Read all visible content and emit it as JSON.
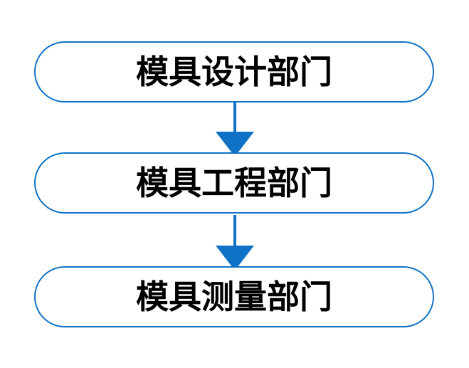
{
  "diagram": {
    "title_visible": false,
    "background_color": "#ffffff",
    "accent_color": "#1072c6",
    "text_color": "#000000",
    "type": "vertical-flowchart",
    "nodes": [
      {
        "id": "node-1",
        "label": "模具设计部门",
        "shape": "stadium"
      },
      {
        "id": "node-2",
        "label": "模具工程部门",
        "shape": "stadium"
      },
      {
        "id": "node-3",
        "label": "模具测量部门",
        "shape": "stadium"
      }
    ],
    "connectors": [
      {
        "id": "arrow-1",
        "from": "node-1",
        "to": "node-2",
        "style": "solid-triangle-arrow",
        "direction": "down"
      },
      {
        "id": "arrow-2",
        "from": "node-2",
        "to": "node-3",
        "style": "solid-triangle-arrow",
        "direction": "down"
      }
    ]
  }
}
